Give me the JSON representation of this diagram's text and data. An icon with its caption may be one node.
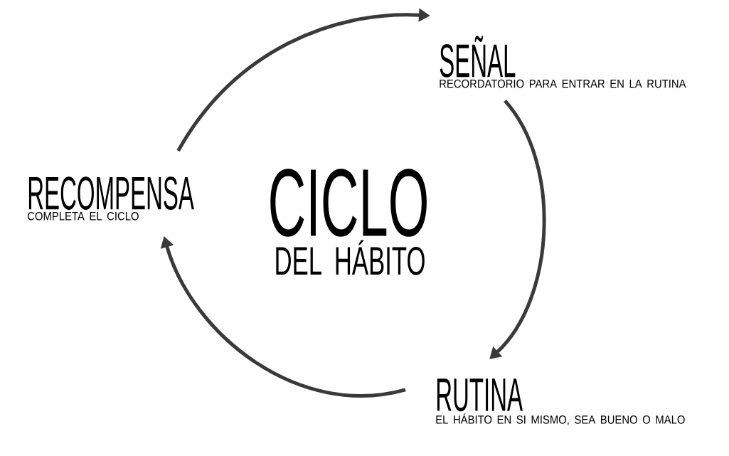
{
  "diagram": {
    "nodes": [
      {
        "text": [
          "SEÑAL",
          "RECORDATORIO PARA ENTRAR EN LA RUTINA"
        ]
      },
      {
        "text": [
          "RUTINA",
          "EL HÁBITO EN SI MISMO, SEA BUENO O MALO"
        ]
      },
      {
        "text": [
          "RECOMPENSA",
          "COMPLETA EL CICLO"
        ]
      }
    ],
    "edges": [
      {
        "from": 2,
        "to": 0,
        "arrow": "to"
      },
      {
        "from": 0,
        "to": 1,
        "arrow": "to"
      },
      {
        "from": 1,
        "to": 2,
        "arrow": "to"
      }
    ],
    "labels": [
      "CICLO",
      "DEL HÁBITO"
    ]
  }
}
